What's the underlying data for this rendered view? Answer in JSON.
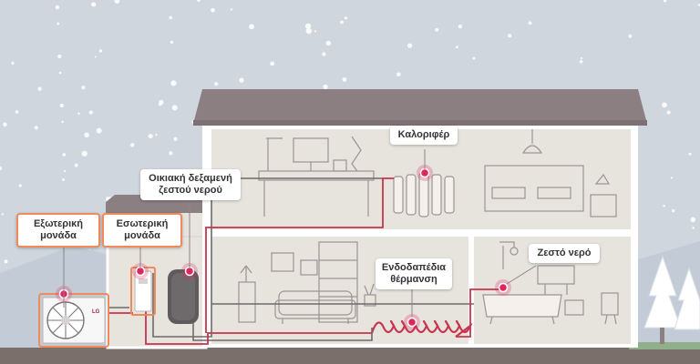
{
  "colors": {
    "sky": "#cfd6de",
    "roof": "#8c7f82",
    "wall": "#e7e3dd",
    "wall_edge": "#ffffff",
    "ground": "#7a6f6a",
    "pipe_red": "#c8344e",
    "pipe_gray": "#6e6a6c",
    "hotspot": "#e0245e",
    "highlight_border": "#f08a5a",
    "grass": "#8fb08a"
  },
  "labels": {
    "outdoor_unit": [
      "Εξωτερική",
      "μονάδα"
    ],
    "indoor_unit": [
      "Εσωτερική",
      "μονάδα"
    ],
    "water_tank": [
      "Οικιακή δεξαμενή",
      "ζεστού νερού"
    ],
    "radiator": [
      "Καλοριφέρ"
    ],
    "floor_heating": [
      "Ενδοδαπέδια",
      "θέρμανση"
    ],
    "hot_water": [
      "Ζεστό νερό"
    ]
  },
  "unit_brand": "LG",
  "icons": {
    "outdoor_unit": "heat-pump-outdoor-unit-icon",
    "indoor_unit": "indoor-unit-icon",
    "water_tank": "water-tank-icon",
    "radiator": "radiator-icon",
    "floor_heating": "floor-heating-coil-icon",
    "hot_water": "bathtub-shower-icon"
  }
}
